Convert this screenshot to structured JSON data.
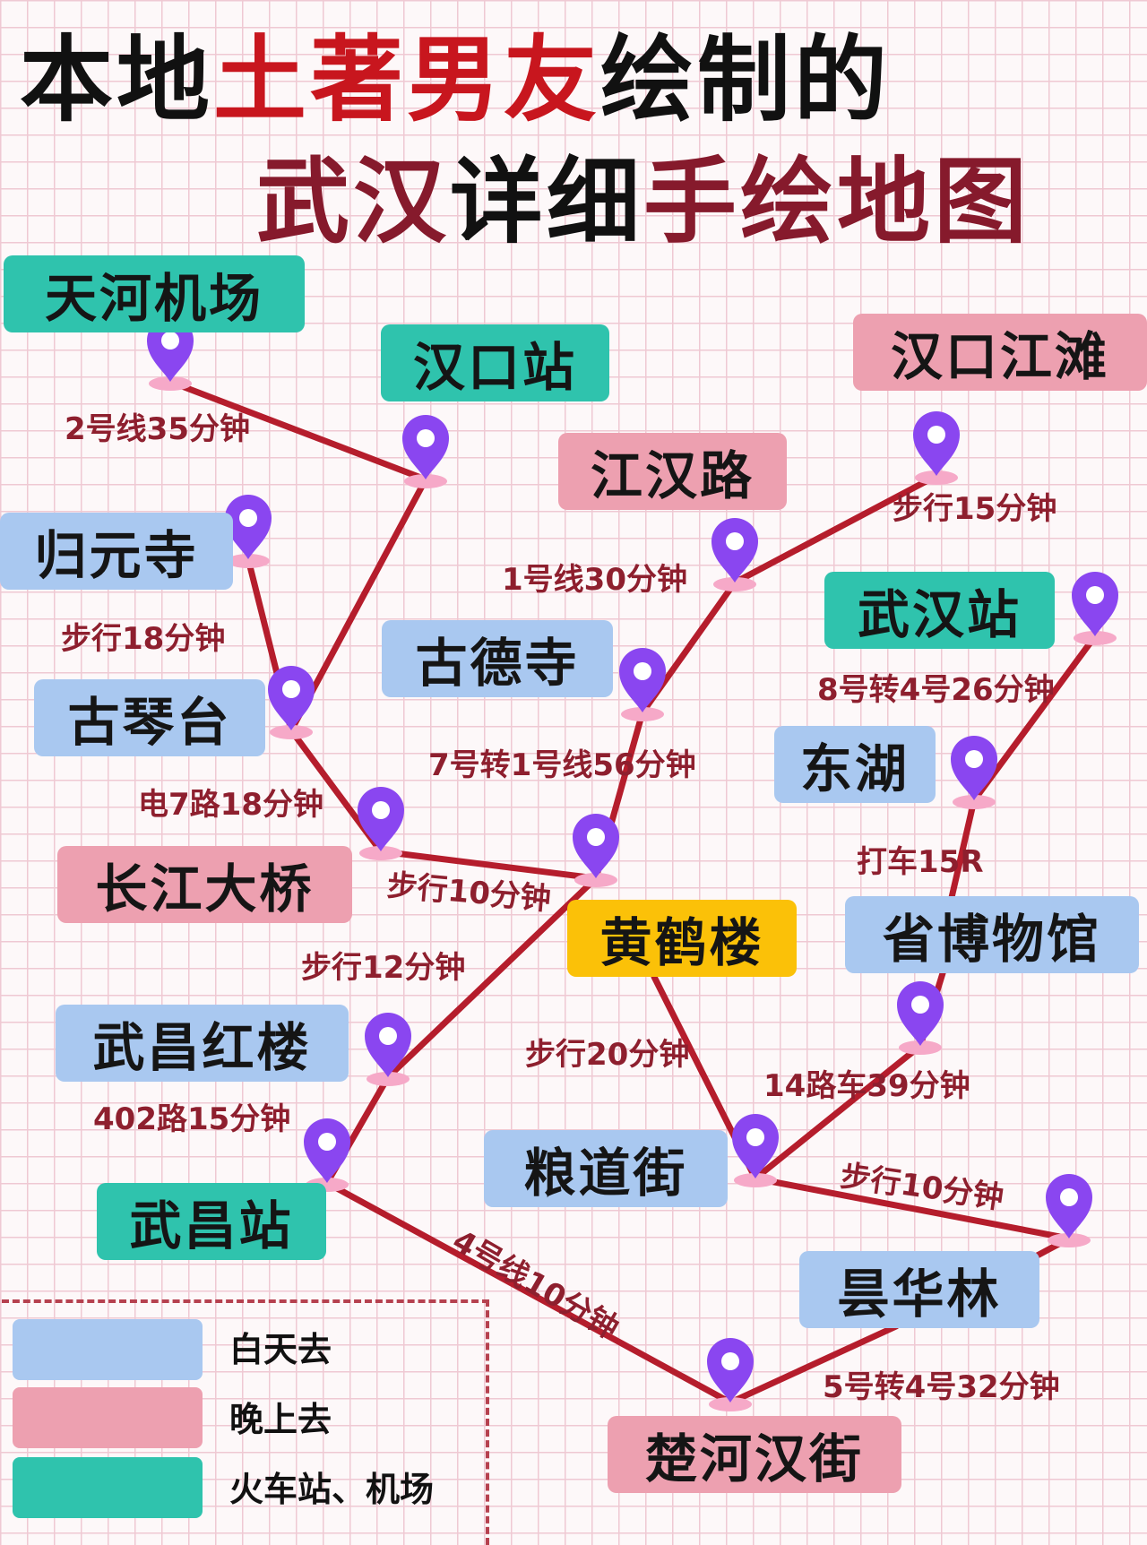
{
  "title": {
    "line1_part1": "本地",
    "line1_part2": "土著男友",
    "line1_part3": "绘制的",
    "line2_part1": "武汉",
    "line2_part2": "详细",
    "line2_part3": "手绘地图"
  },
  "colors": {
    "day": "#a9c8f0",
    "night": "#eda0b0",
    "station": "#2fc3ad",
    "highlight": "#fbc108",
    "route_line": "#b51d2c",
    "pin": "#8a46f0"
  },
  "places": {
    "tianhe_airport": "天河机场",
    "hankou_station": "汉口站",
    "hankou_riverside": "汉口江滩",
    "jianghan_road": "江汉路",
    "guiyuan_temple": "归元寺",
    "wuhan_station": "武汉站",
    "gude_temple": "古德寺",
    "guqin_terrace": "古琴台",
    "east_lake": "东湖",
    "yangtze_bridge": "长江大桥",
    "yellow_crane_tower": "黄鹤楼",
    "provincial_museum": "省博物馆",
    "wuchang_red_building": "武昌红楼",
    "liangdao_street": "粮道街",
    "wuchang_station": "武昌站",
    "tanhualin": "昙华林",
    "chuhe_han_street": "楚河汉街"
  },
  "routes": {
    "airport_hankou": "2号线35分钟",
    "riverside_jianghan": "步行15分钟",
    "guiyuan_guqin": "步行18分钟",
    "jianghan_gude": "1号线30分钟",
    "wuhanstation_eastlake": "8号转4号26分钟",
    "gude_tower": "7号转1号线56分钟",
    "guqin_bridge": "电7路18分钟",
    "bridge_tower": "步行10分钟",
    "eastlake_museum": "打车15R",
    "redbuilding_tower": "步行12分钟",
    "tower_liangdao": "步行20分钟",
    "museum_liangdao": "14路车39分钟",
    "redbuilding_wuchang": "402路15分钟",
    "liangdao_tanhualin": "步行10分钟",
    "wuchang_chuhe": "4号线10分钟",
    "tanhualin_chuhe": "5号转4号32分钟"
  },
  "legend": {
    "day": "白天去",
    "night": "晚上去",
    "station": "火车站、机场"
  }
}
